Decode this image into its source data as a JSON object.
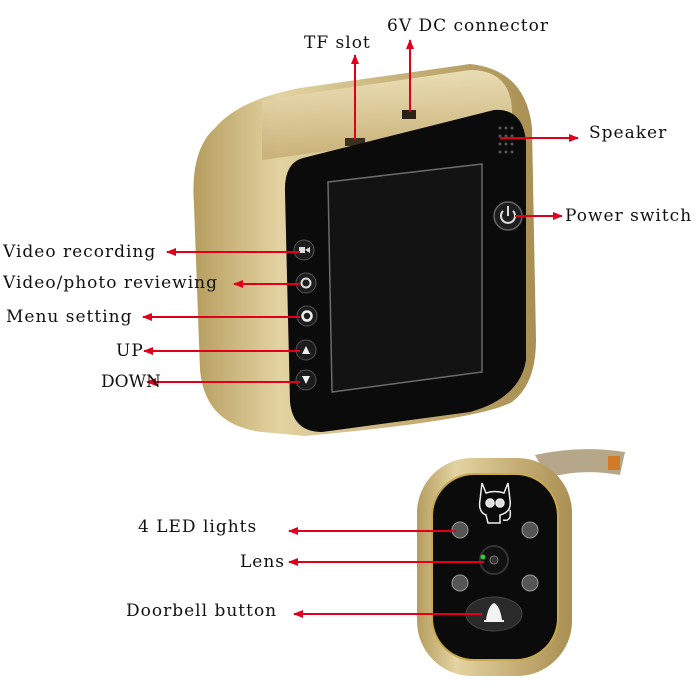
{
  "labels": {
    "tf_slot": "TF slot",
    "dc_connector": "6V DC connector",
    "speaker": "Speaker",
    "power_switch": "Power switch",
    "video_recording": "Video recording",
    "video_photo_reviewing": "Video/photo reviewing",
    "menu_setting": "Menu setting",
    "up": "UP",
    "down": "DOWN",
    "led_lights": "4 LED lights",
    "lens": "Lens",
    "doorbell_button": "Doorbell button"
  },
  "colors": {
    "arrow": "#e0001b",
    "gold": "#c9b27a",
    "face": "#0b0b0b"
  }
}
